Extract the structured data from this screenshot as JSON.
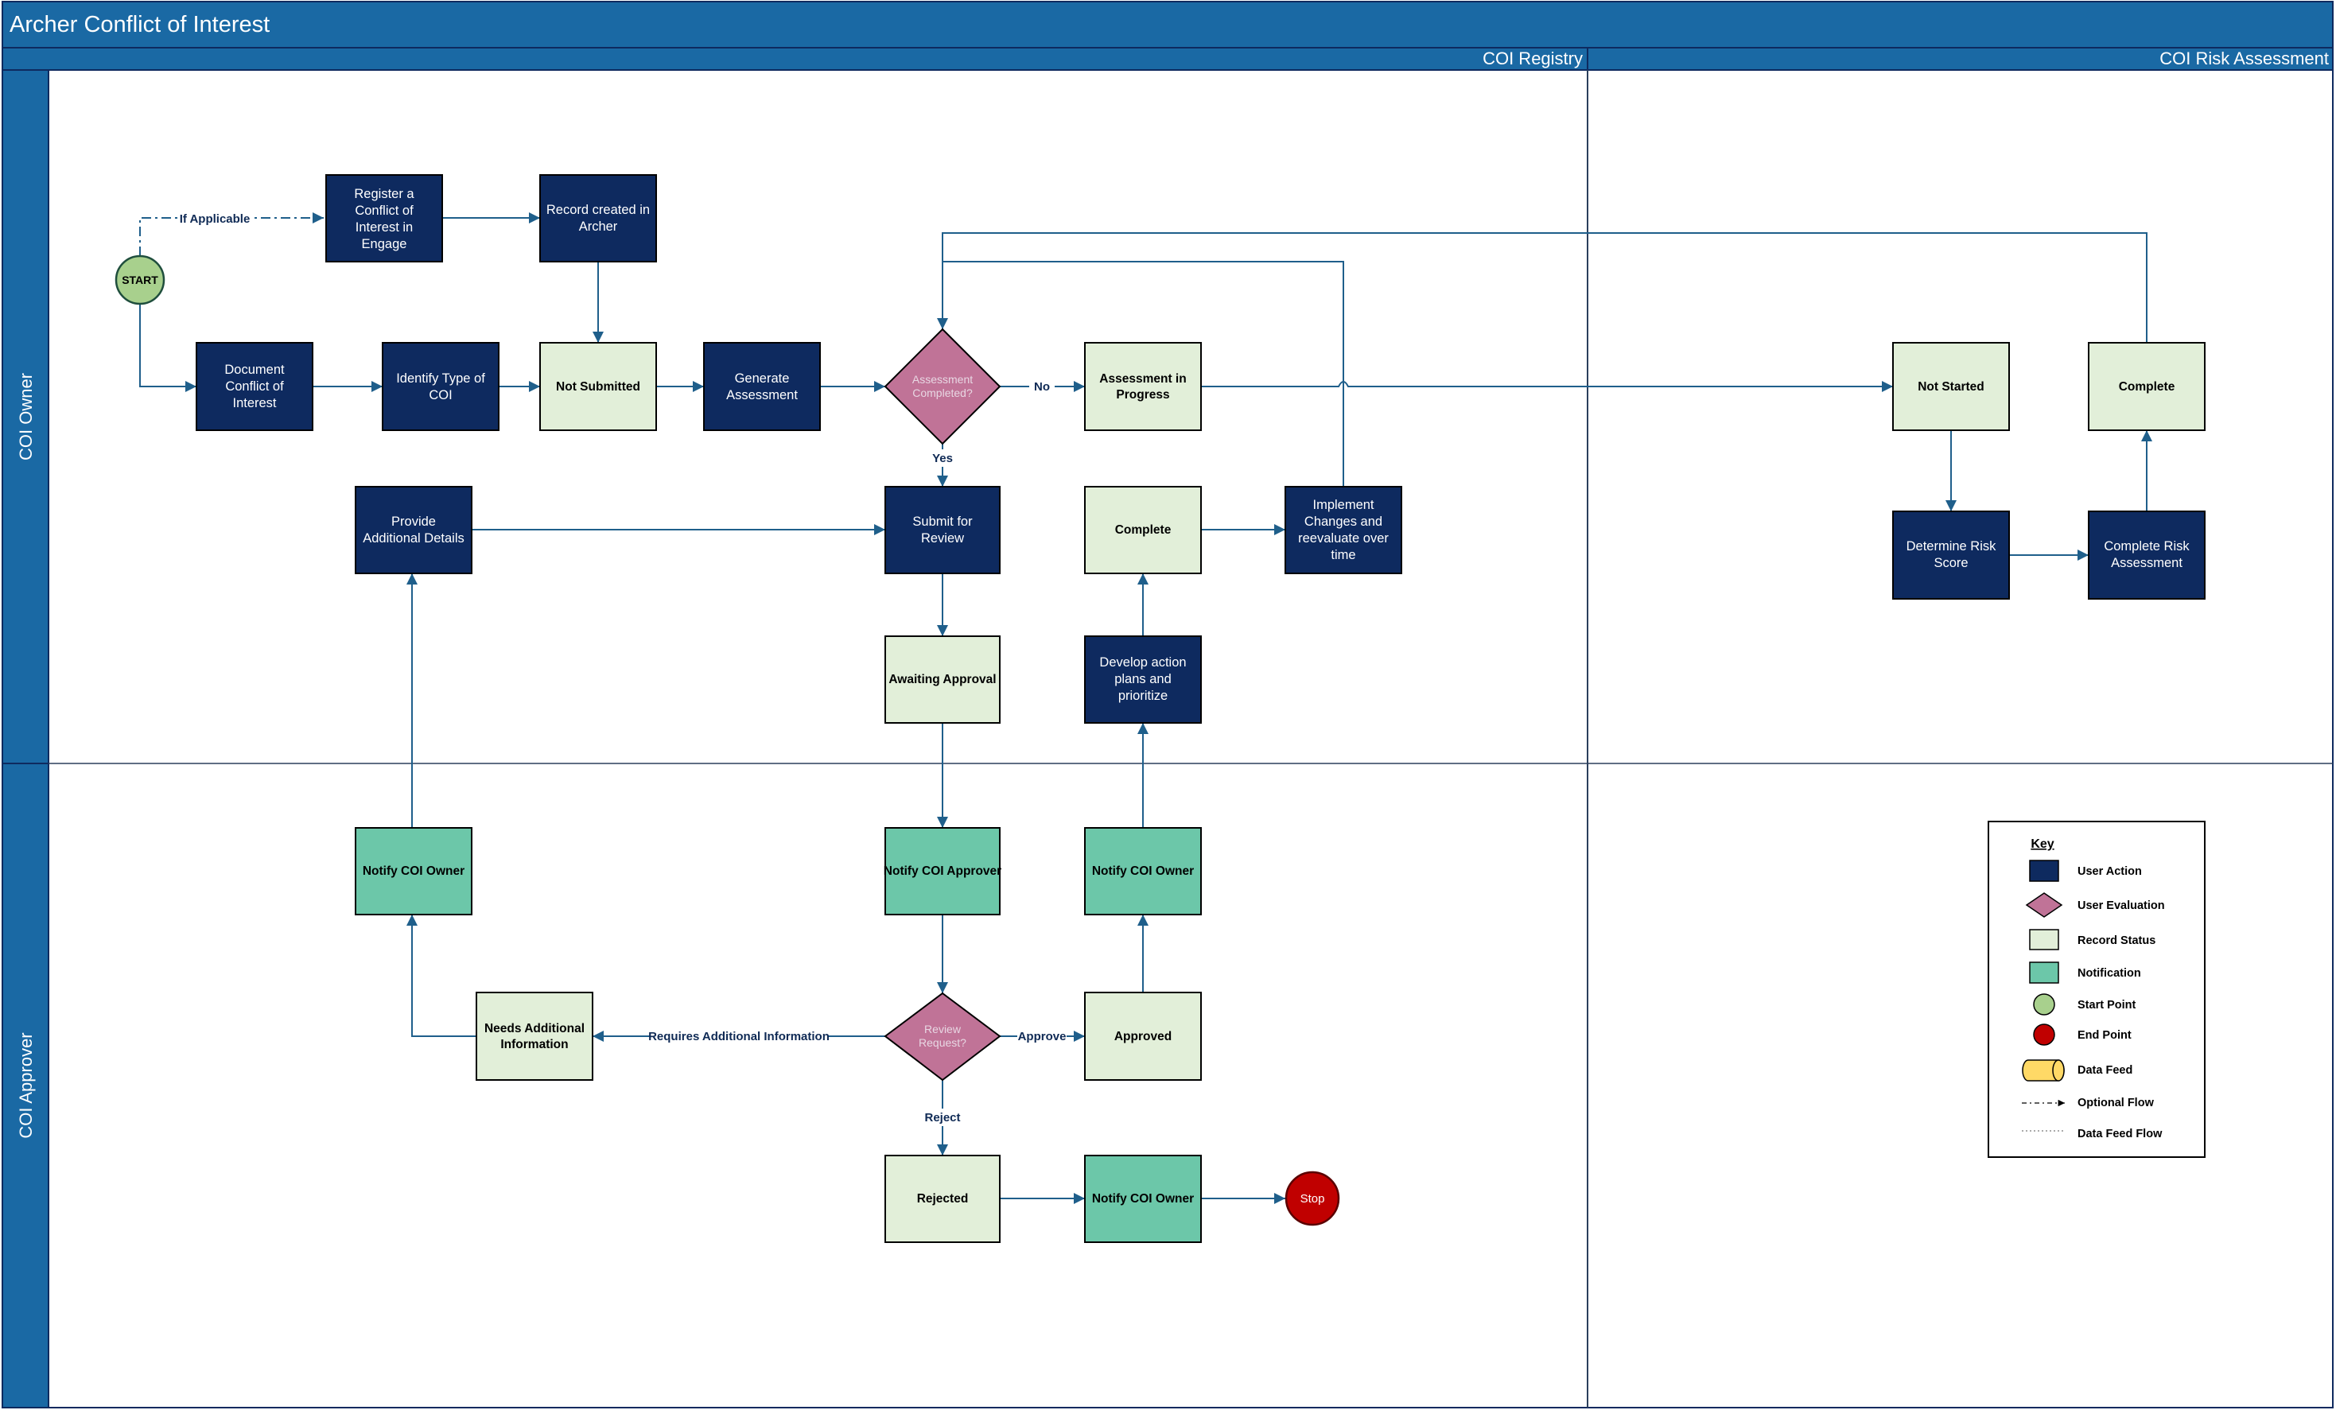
{
  "title": "Archer Conflict of Interest",
  "columns": [
    "COI Registry",
    "COI Risk Assessment"
  ],
  "lanes": [
    "COI Owner",
    "COI Approver"
  ],
  "colors": {
    "frame": "#1a69a4",
    "user_action": "#0e2a5f",
    "user_evaluation": "#c07397",
    "record_status": "#e2efd9",
    "notification": "#6cc7a9",
    "start": "#a8d08d",
    "end": "#c00000",
    "data_feed": "#ffd966",
    "connector": "#1f5f8b"
  },
  "nodes": {
    "start": "START",
    "register": "Register a Conflict of Interest in Engage",
    "record_created": "Record created in Archer",
    "document": "Document Conflict of Interest",
    "identify": "Identify Type of COI",
    "not_submitted": "Not Submitted",
    "generate": "Generate Assessment",
    "assessment_completed": "Assessment Completed?",
    "assessment_in_progress": "Assessment in Progress",
    "provide_details": "Provide Additional Details",
    "submit_review": "Submit for Review",
    "complete_registry": "Complete",
    "implement_changes": "Implement Changes and reevaluate over time",
    "awaiting_approval": "Awaiting Approval",
    "develop_plans": "Develop action plans and prioritize",
    "not_started": "Not Started",
    "complete_risk_status": "Complete",
    "determine_score": "Determine Risk Score",
    "complete_risk_assessment": "Complete Risk Assessment",
    "notify_owner_1": "Notify COI Owner",
    "notify_approver": "Notify COI Approver",
    "notify_owner_2": "Notify COI Owner",
    "needs_info": "Needs Additional Information",
    "review_request": "Review Request?",
    "approved": "Approved",
    "rejected": "Rejected",
    "notify_owner_3": "Notify COI Owner",
    "stop": "Stop"
  },
  "edge_labels": {
    "if_applicable": "If Applicable",
    "no": "No",
    "yes": "Yes",
    "requires_info": "Requires Additional Information",
    "approve": "Approve",
    "reject": "Reject"
  },
  "key": {
    "title": "Key",
    "items": [
      "User Action",
      "User Evaluation",
      "Record Status",
      "Notification",
      "Start Point",
      "End Point",
      "Data Feed",
      "Optional Flow",
      "Data Feed Flow"
    ]
  }
}
